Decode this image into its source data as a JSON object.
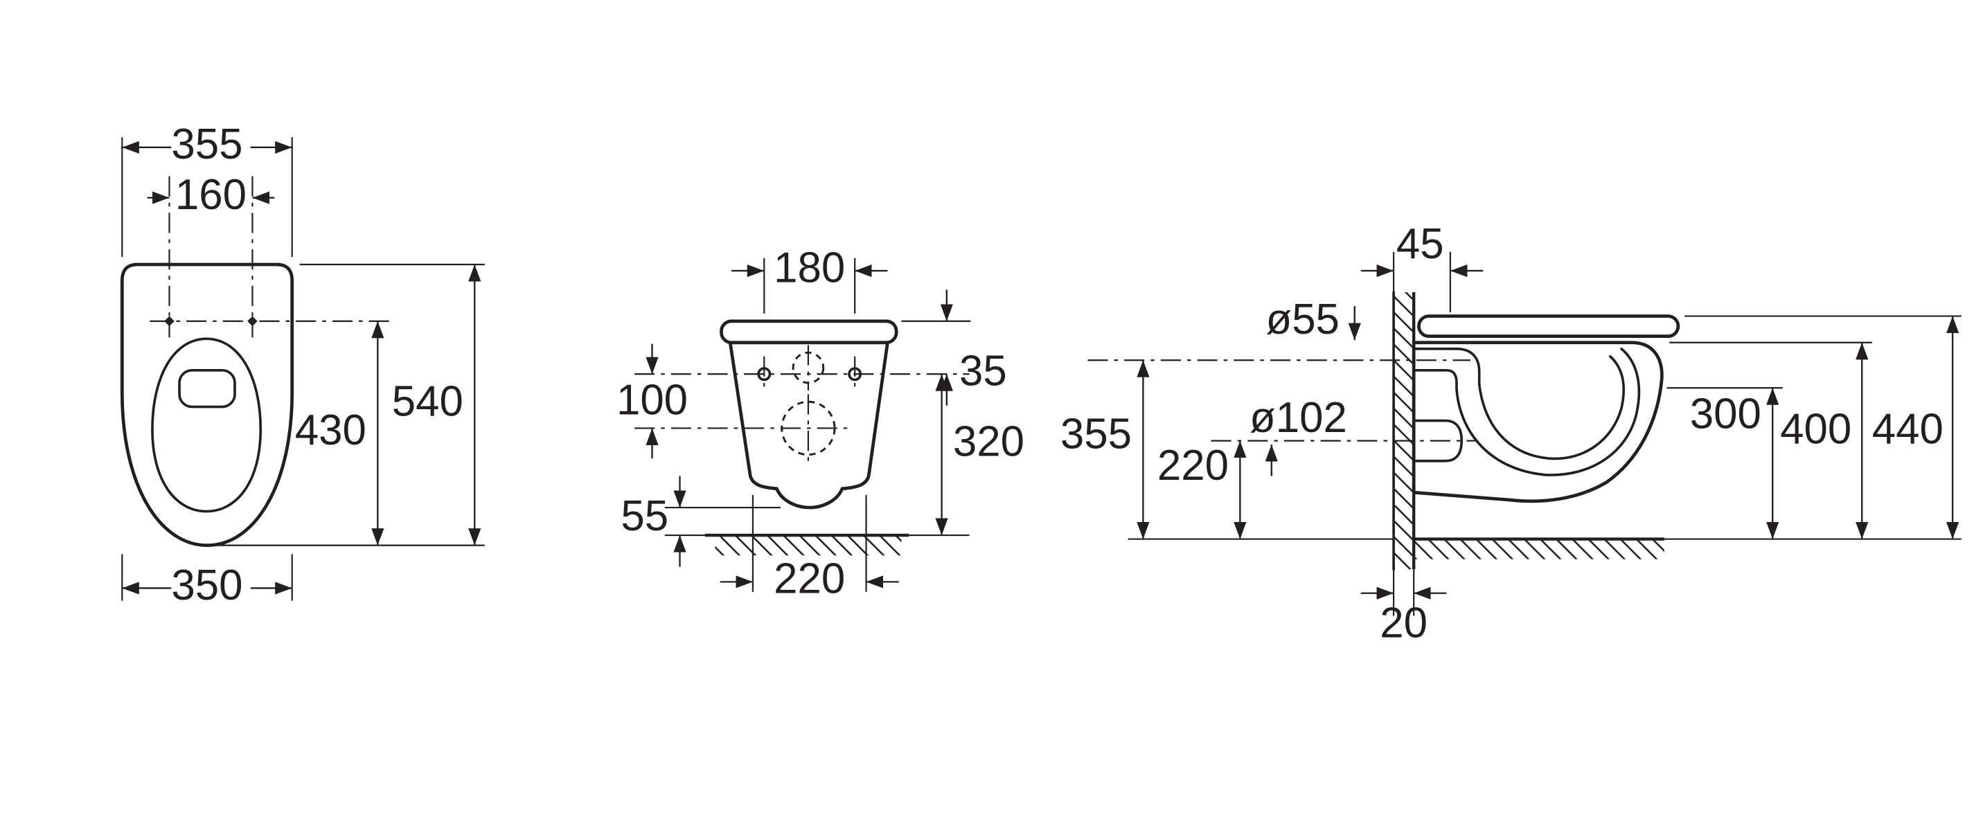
{
  "drawing": {
    "type": "technical-dimension-drawing",
    "subject": "wall-hung-toilet",
    "colors": {
      "ink": "#231f20",
      "background": "#ffffff"
    },
    "views": {
      "plan": {
        "dims": {
          "overall_width": "355",
          "fixing_centers": "160",
          "depth_to_holes": "430",
          "overall_depth": "540",
          "bowl_width": "350"
        }
      },
      "front": {
        "dims": {
          "fixing_centers": "180",
          "top_to_holes": "35",
          "holes_to_drain": "100",
          "holes_to_floor": "320",
          "clearance": "55",
          "base_width": "220"
        }
      },
      "side": {
        "dims": {
          "wall_offset": "45",
          "inlet_dia": "ø55",
          "outlet_dia": "ø102",
          "inlet_height": "355",
          "outlet_height": "220",
          "rim_underside_height": "300",
          "rim_height": "400",
          "seat_height": "440",
          "gap": "20"
        }
      }
    }
  }
}
